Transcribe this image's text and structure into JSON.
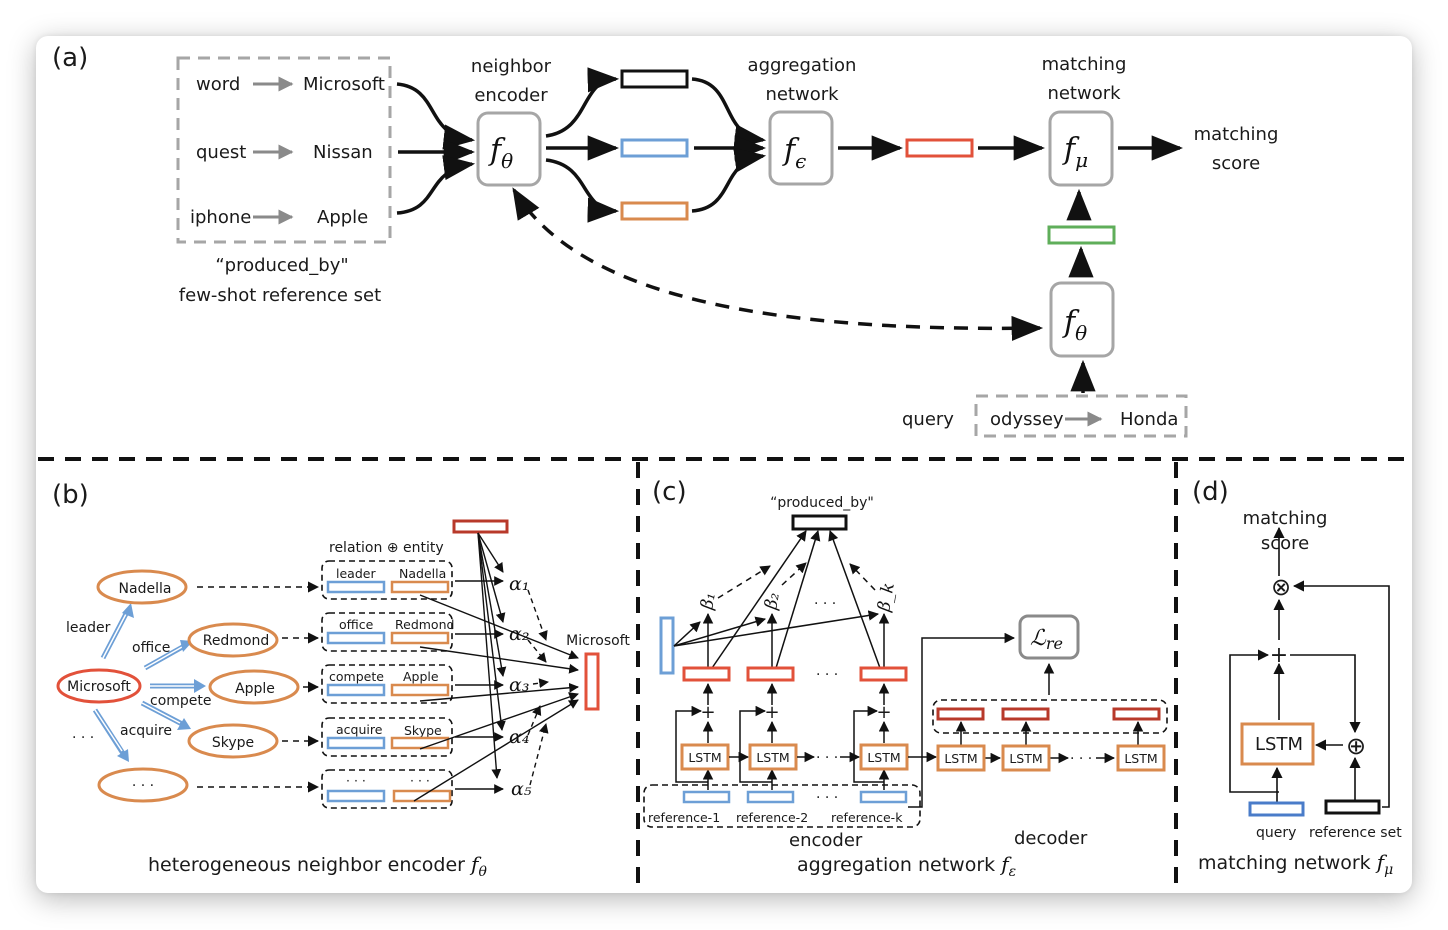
{
  "colors": {
    "black": "#111111",
    "gray_box": "#a6a6a6",
    "blue": "#6d9fd6",
    "orange": "#d98a4e",
    "red": "#e2513a",
    "dark_red": "#b8392a",
    "green": "#5fae5a"
  },
  "panel_a": {
    "label": "(a)",
    "reference_pairs": [
      {
        "head": "word",
        "tail": "Microsoft"
      },
      {
        "head": "quest",
        "tail": "Nissan"
      },
      {
        "head": "iphone",
        "tail": "Apple"
      }
    ],
    "reference_caption_line1": "“produced_by\"",
    "reference_caption_line2": "few-shot reference set",
    "neighbor_encoder_line1": "neighbor",
    "neighbor_encoder_line2": "encoder",
    "neighbor_encoder_symbol": "f",
    "neighbor_encoder_sub": "θ",
    "aggregation_line1": "aggregation",
    "aggregation_line2": "network",
    "aggregation_symbol": "f",
    "aggregation_sub": "ϵ",
    "matching_line1": "matching",
    "matching_line2": "network",
    "matching_symbol": "f",
    "matching_sub": "μ",
    "output_line1": "matching",
    "output_line2": "score",
    "query_encoder_symbol": "f",
    "query_encoder_sub": "θ",
    "query_label": "query",
    "query_pair": {
      "head": "odyssey",
      "tail": "Honda"
    }
  },
  "panel_b": {
    "label": "(b)",
    "center_entity": "Microsoft",
    "neighbors": [
      {
        "relation": "leader",
        "entity": "Nadella"
      },
      {
        "relation": "office",
        "entity": "Redmond"
      },
      {
        "relation": "compete",
        "entity": "Apple"
      },
      {
        "relation": "acquire",
        "entity": "Skype"
      },
      {
        "relation": "· · ·",
        "entity": "· · ·"
      }
    ],
    "ellipsis": "· · ·",
    "concat_label": "relation ⊕ entity",
    "attention_weights": [
      "α₁",
      "α₂",
      "α₃",
      "α₄",
      "α₅"
    ],
    "output_label": "Microsoft",
    "caption": "heterogeneous  neighbor  encoder ",
    "caption_symbol": "f",
    "caption_sub": "θ"
  },
  "panel_c": {
    "label": "(c)",
    "relation_label": "“produced_by\"",
    "betas": [
      "β₁",
      "β₂",
      "β_k"
    ],
    "ellipsis": "· · ·",
    "plus": "+",
    "lstm": "LSTM",
    "references": [
      "reference-1",
      "reference-2",
      "reference-k"
    ],
    "encoder_label": "encoder",
    "decoder_label": "decoder",
    "loss_symbol": "ℒ",
    "loss_sub": "re",
    "caption": "aggregation network ",
    "caption_symbol": "f",
    "caption_sub": "ε"
  },
  "panel_d": {
    "label": "(d)",
    "output_line1": "matching",
    "output_line2": "score",
    "multiply": "⊗",
    "plus": "+",
    "concat": "⊕",
    "lstm": "LSTM",
    "query": "query",
    "reference_set": "reference  set",
    "caption": "matching network ",
    "caption_symbol": "f",
    "caption_sub": "μ"
  }
}
